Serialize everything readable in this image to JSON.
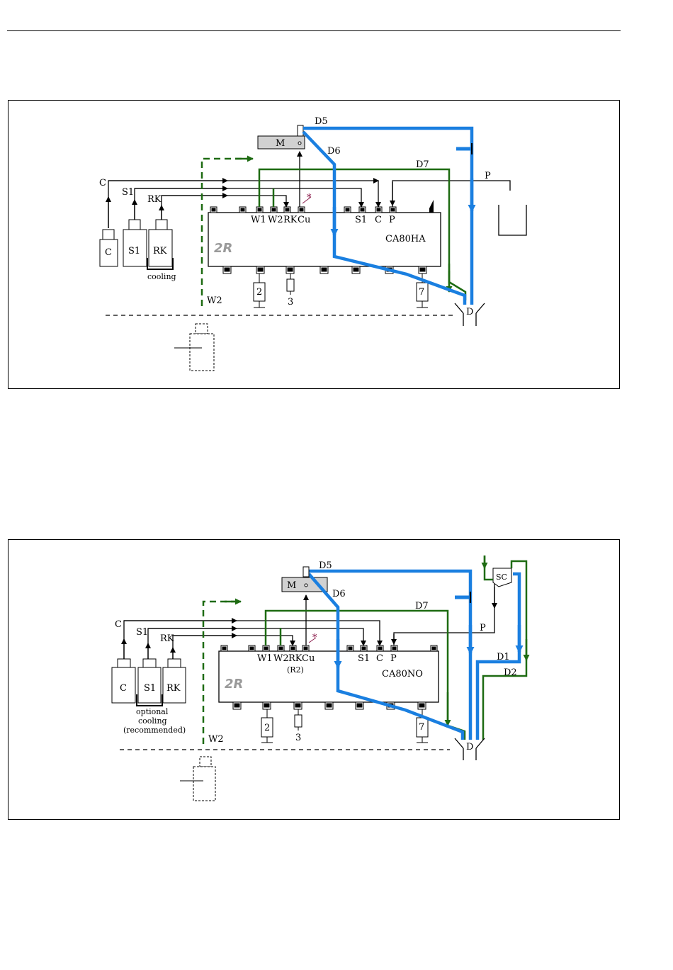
{
  "colors": {
    "blue": "#1a7fe0",
    "green": "#1e6b12",
    "star": "#8a1a4a",
    "box": "#d1d1d1"
  },
  "diagram1": {
    "analyzer": "CA80HA",
    "logo": "2R",
    "tubes": {
      "d5": "D5",
      "d6": "D6",
      "d7": "D7",
      "p": "P",
      "w2": "W2"
    },
    "feeds": {
      "c": "C",
      "s1": "S1",
      "rk": "RK"
    },
    "ports": {
      "w1": "W1",
      "w2": "W2",
      "rk": "RK",
      "cu": "Cu",
      "s1": "S1",
      "c": "C",
      "p": "P"
    },
    "bottles": {
      "c": "C",
      "s1": "S1",
      "rk": "RK"
    },
    "cooling": "cooling",
    "mixer": "M",
    "drain": "D",
    "pumps": {
      "p2": "2",
      "p3": "3",
      "p7": "7"
    },
    "star": "*"
  },
  "diagram2": {
    "analyzer": "CA80NO",
    "logo": "2R",
    "tubes": {
      "d5": "D5",
      "d6": "D6",
      "d7": "D7",
      "p": "P",
      "w2": "W2",
      "d1": "D1",
      "d2": "D2"
    },
    "feeds": {
      "c": "C",
      "s1": "S1",
      "rk": "RK"
    },
    "ports": {
      "w1": "W1",
      "w2": "W2",
      "rk": "RK",
      "cu": "Cu",
      "s1": "S1",
      "c": "C",
      "p": "P"
    },
    "r2": "(R2)",
    "bottles": {
      "c": "C",
      "s1": "S1",
      "rk": "RK"
    },
    "cooling": [
      "optional",
      "cooling",
      "(recommended)"
    ],
    "mixer": "M",
    "sc": "SC",
    "drain": "D",
    "pumps": {
      "p2": "2",
      "p3": "3",
      "p7": "7"
    },
    "star": "*"
  }
}
